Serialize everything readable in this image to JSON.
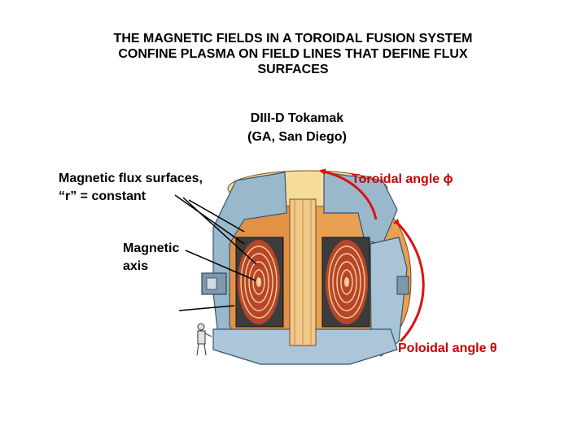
{
  "title": {
    "line1": "THE MAGNETIC FIELDS IN A TOROIDAL FUSION SYSTEM",
    "line2": "CONFINE PLASMA ON FIELD LINES THAT DEFINE FLUX",
    "line3": "SURFACES"
  },
  "device": {
    "name": "DIII-D Tokamak",
    "location": "(GA, San Diego)"
  },
  "labels": {
    "flux_surfaces_line1": "Magnetic flux surfaces,",
    "flux_surfaces_line2": "“r” = constant",
    "magnetic_axis_line1": "Magnetic",
    "magnetic_axis_line2": "axis",
    "toroidal_angle": "Toroidal angle ϕ",
    "poloidal_angle": "Poloidal angle θ"
  },
  "colors": {
    "arrow": "#dd1111",
    "label_accent": "#cc0000",
    "vessel_steel": "#9ab8cc",
    "coil_copper": "#e89a4a",
    "vessel_interior": "#f3d89a",
    "plasma": "#d8b060"
  }
}
